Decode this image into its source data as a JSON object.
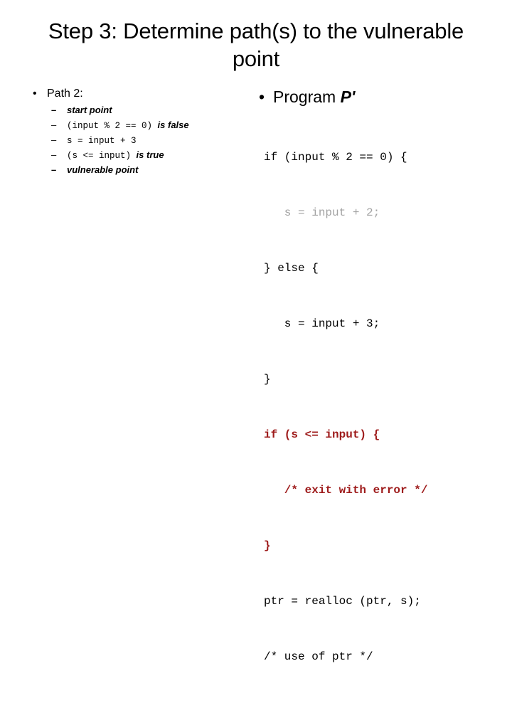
{
  "slide": {
    "title": "Step 3: Determine path(s) to the vulnerable point",
    "bullet_glyph": "•",
    "dash_glyph": "–"
  },
  "left_column": {
    "heading": "Path 2:",
    "steps": [
      {
        "code": "",
        "emph": "start point",
        "dash_weight": "thick"
      },
      {
        "code": "(input % 2 == 0) ",
        "emph": "is false",
        "dash_weight": "thin"
      },
      {
        "code": "s = input + 3",
        "emph": "",
        "dash_weight": "thin"
      },
      {
        "code": "(s <= input) ",
        "emph": "is true",
        "dash_weight": "thin"
      },
      {
        "code": "",
        "emph": "vulnerable point",
        "dash_weight": "thick"
      }
    ]
  },
  "right_column": {
    "heading_prefix": "Program ",
    "program_name": "P'",
    "code_lines": [
      {
        "text": "if (input % 2 == 0) {",
        "style": "normal"
      },
      {
        "text": "   s = input + 2;",
        "style": "dim"
      },
      {
        "text": "} else {",
        "style": "normal"
      },
      {
        "text": "   s = input + 3;",
        "style": "normal"
      },
      {
        "text": "}",
        "style": "normal"
      },
      {
        "text": "if (s <= input) {",
        "style": "alert"
      },
      {
        "text": "   /* exit with error */",
        "style": "alert"
      },
      {
        "text": "}",
        "style": "alert"
      },
      {
        "text": "ptr = realloc (ptr, s);",
        "style": "normal"
      },
      {
        "text": "/* use of ptr */",
        "style": "normal"
      }
    ]
  },
  "colors": {
    "background": "#ffffff",
    "text": "#000000",
    "dimmed_code": "#a3a3a3",
    "alert_code": "#9e1b1b"
  }
}
